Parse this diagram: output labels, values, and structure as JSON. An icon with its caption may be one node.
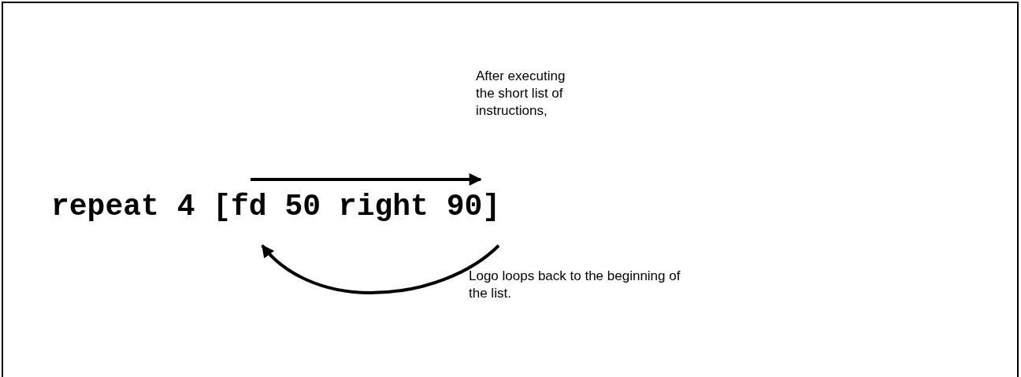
{
  "diagram": {
    "labels": [
      "repeat 4 [fd 50 right 90]",
      "After executing the short list of instructions,",
      "Logo loops back to the beginning of the list."
    ]
  }
}
